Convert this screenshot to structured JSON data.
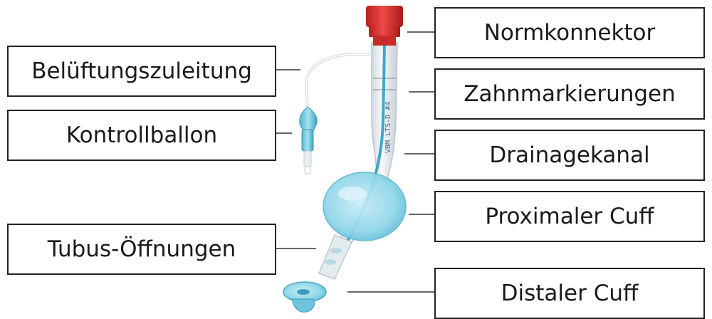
{
  "labels": {
    "belueftungszuleitung": "Belüftungszuleitung",
    "kontrollballon": "Kontrollballon",
    "tubus_oeffnungen": "Tubus-Öffnungen",
    "normkonnektor": "Normkonnektor",
    "zahnmarkierungen": "Zahnmarkierungen",
    "drainagekanal": "Drainagekanal",
    "proximaler_cuff": "Proximaler Cuff",
    "distaler_cuff": "Distaler Cuff"
  },
  "device_markings": "VBM LTS-D #4",
  "colors": {
    "connector": "#e0312f",
    "cuff": "#8fd6ea",
    "drain": "#3fa7c9",
    "tube": "#e9eef1",
    "label_border": "#222222",
    "leader_line": "#333333"
  }
}
